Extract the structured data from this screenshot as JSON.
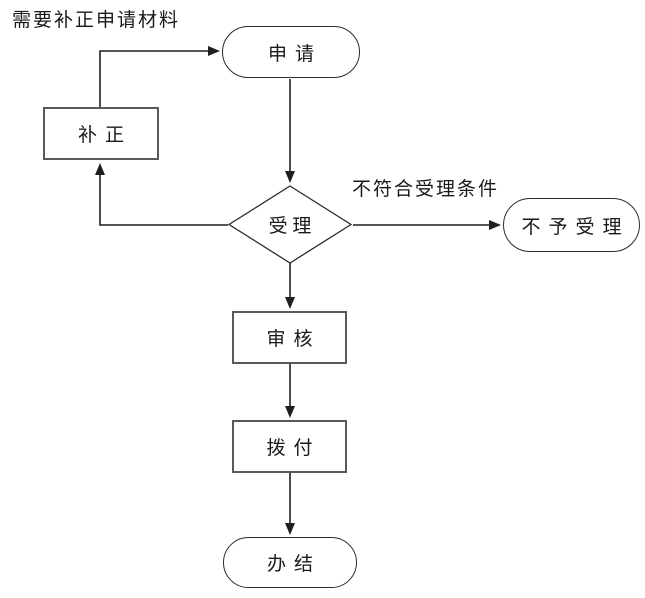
{
  "diagram": {
    "top_note": "需要补正申请材料",
    "edge_label_reject": "不符合受理条件",
    "nodes": {
      "apply": {
        "label": "申请"
      },
      "supplement": {
        "label": "补正"
      },
      "accept": {
        "label": "受理"
      },
      "not_accept": {
        "label": "不予受理"
      },
      "review": {
        "label": "审核"
      },
      "disburse": {
        "label": "拨付"
      },
      "complete": {
        "label": "办结"
      }
    },
    "edges": [
      {
        "from": "supplement",
        "to": "apply"
      },
      {
        "from": "apply",
        "to": "accept"
      },
      {
        "from": "accept",
        "to": "supplement"
      },
      {
        "from": "accept",
        "to": "not_accept",
        "label": "不符合受理条件"
      },
      {
        "from": "accept",
        "to": "review"
      },
      {
        "from": "review",
        "to": "disburse"
      },
      {
        "from": "disburse",
        "to": "complete"
      }
    ],
    "colors": {
      "line": "#1f1f1f",
      "process_border": "#595959",
      "terminal_border": "#2b2b2b",
      "text": "#1a1a1a",
      "background": "#ffffff"
    }
  }
}
